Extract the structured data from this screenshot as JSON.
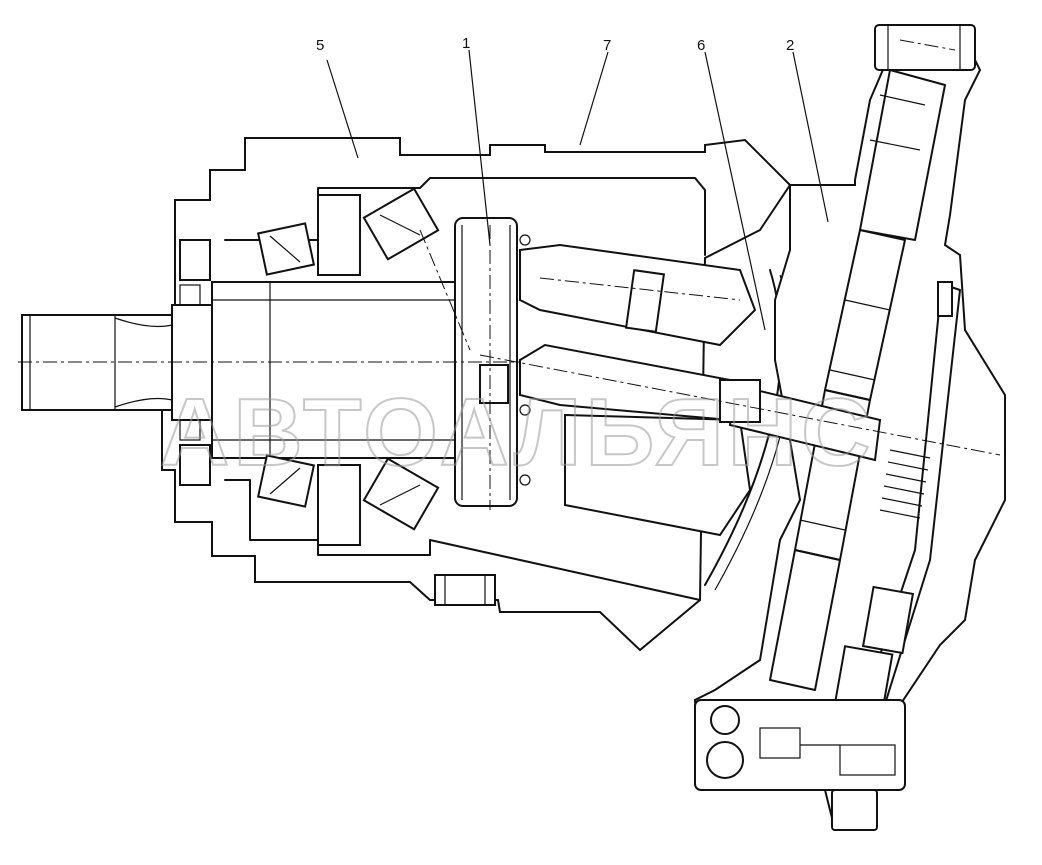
{
  "callouts": [
    {
      "id": "c5",
      "text": "5"
    },
    {
      "id": "c1",
      "text": "1"
    },
    {
      "id": "c7",
      "text": "7"
    },
    {
      "id": "c6",
      "text": "6"
    },
    {
      "id": "c2",
      "text": "2"
    }
  ],
  "watermark": "АВТОАЛЬЯНС",
  "colors": {
    "line": "#111111",
    "watermark": "#9a9a9a",
    "background": "#ffffff"
  }
}
